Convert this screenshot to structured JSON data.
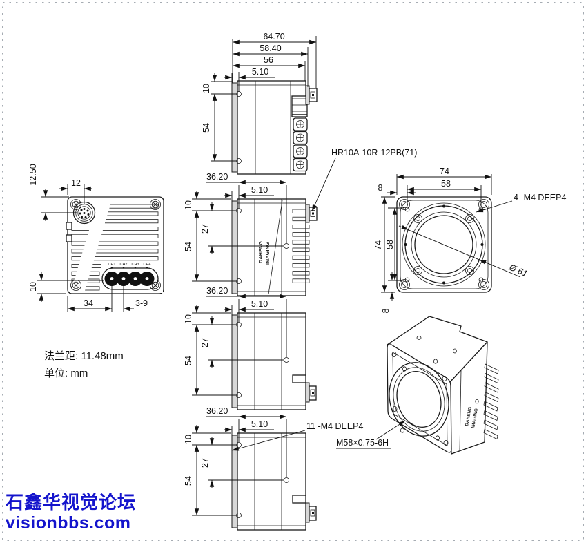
{
  "page": {
    "background": "#ffffff",
    "border_color": "#a6acb3"
  },
  "brand": {
    "name_line1": "DAHENG",
    "name_line2": "IMAGING"
  },
  "callouts": {
    "rear_connector": "HR10A-10R-12PB(71)",
    "front_screws": "4 -M4 DEEP4",
    "side_screws": "11 -M4 DEEP4",
    "mount_thread": "M58×0.75-6H",
    "mount_diameter": "Ø 61"
  },
  "back_view": {
    "dim_connector_vertical": "12.50",
    "dim_connector_horizontal": "12",
    "dim_ports_bottom": "10",
    "dim_ports_left": "34",
    "dim_ports_pitch": "3-9",
    "ports": [
      "CH1",
      "CH2",
      "CH3",
      "CH4"
    ]
  },
  "top_view": {
    "dim_overall": "64.70",
    "dim_with_connector": "58.40",
    "dim_body": "56",
    "dim_hole_offset": "5.10",
    "dim_hole_top": "10",
    "dim_hole_span": "54"
  },
  "side_view_top": {
    "dim_center": "36.20",
    "dim_hole_offset": "5.10",
    "dim_hole_top": "10",
    "dim_center_offset": "27",
    "dim_hole_span": "54"
  },
  "side_view_middle": {
    "dim_center": "36.20",
    "dim_hole_offset": "5.10",
    "dim_hole_top": "10",
    "dim_center_offset": "27",
    "dim_hole_span": "54"
  },
  "side_view_bottom": {
    "dim_center": "36.20",
    "dim_hole_offset": "5.10",
    "dim_hole_top": "10",
    "dim_center_offset": "27",
    "dim_hole_span": "54"
  },
  "front_view": {
    "dim_width": "74",
    "dim_hole_width": "58",
    "dim_offset_top": "8",
    "dim_height": "74",
    "dim_hole_height": "58",
    "dim_offset_bottom": "8"
  },
  "notes": {
    "flange_distance": "法兰距: 11.48mm",
    "units": "单位: mm"
  },
  "watermark": {
    "line1": "石鑫华视觉论坛",
    "line2": "visionbbs.com",
    "color": "#1414cc"
  }
}
